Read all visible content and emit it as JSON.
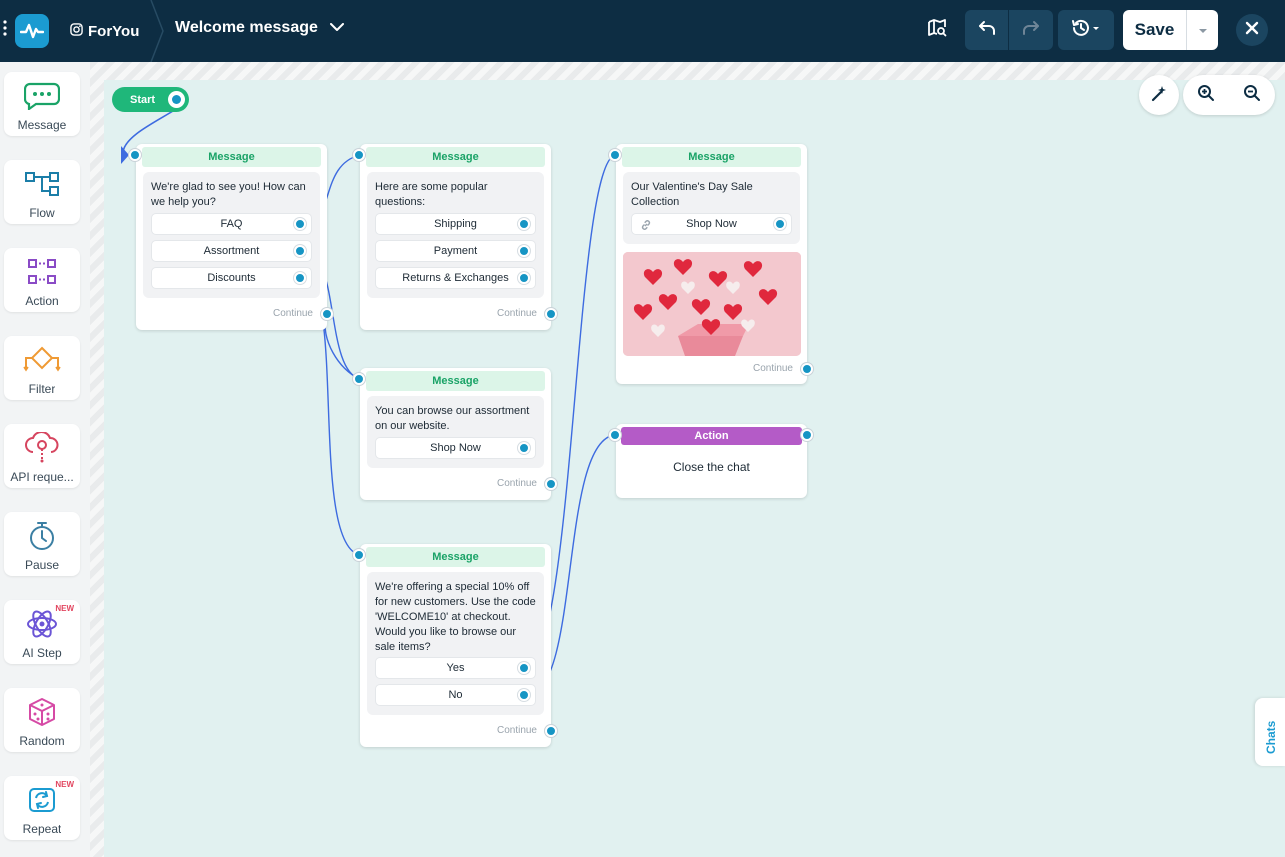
{
  "header": {
    "channel_name": "ForYou",
    "flow_title": "Welcome message",
    "save_label": "Save"
  },
  "sidebar": {
    "items": [
      {
        "label": "Message",
        "icon": "message-bubble-icon"
      },
      {
        "label": "Flow",
        "icon": "flow-icon"
      },
      {
        "label": "Action",
        "icon": "action-icon"
      },
      {
        "label": "Filter",
        "icon": "filter-icon"
      },
      {
        "label": "API reque...",
        "icon": "api-cloud-icon"
      },
      {
        "label": "Pause",
        "icon": "stopwatch-icon"
      },
      {
        "label": "AI Step",
        "icon": "ai-atom-icon",
        "badge": "NEW"
      },
      {
        "label": "Random",
        "icon": "dice-icon"
      },
      {
        "label": "Repeat",
        "icon": "repeat-icon",
        "badge": "NEW"
      }
    ]
  },
  "canvas": {
    "start_label": "Start",
    "continue_label": "Continue",
    "nodes": {
      "welcome": {
        "title": "Message",
        "text": "We're glad to see you! How can we help you?",
        "buttons": [
          "FAQ",
          "Assortment",
          "Discounts"
        ]
      },
      "faq": {
        "title": "Message",
        "text": "Here are some popular questions:",
        "buttons": [
          "Shipping",
          "Payment",
          "Returns & Exchanges"
        ]
      },
      "assortment": {
        "title": "Message",
        "text": "You can browse our assortment on our website.",
        "buttons": [
          "Shop Now"
        ]
      },
      "discounts": {
        "title": "Message",
        "text": "We're offering a special 10% off for new customers. Use the code 'WELCOME10' at checkout. Would you like to browse our sale items?",
        "buttons": [
          "Yes",
          "No"
        ]
      },
      "valentine": {
        "title": "Message",
        "text": "Our Valentine's Day Sale Collection",
        "buttons": [
          "Shop Now"
        ]
      },
      "action": {
        "title": "Action",
        "text": "Close the chat"
      }
    }
  },
  "chats_tab": "Chats",
  "colors": {
    "header_bg": "#0d2d43",
    "accent_blue": "#1695c4",
    "message_green": "#1aa367",
    "action_purple": "#b45bc7",
    "start_green": "#1fb77a",
    "canvas_bg": "#e1f1f0"
  }
}
